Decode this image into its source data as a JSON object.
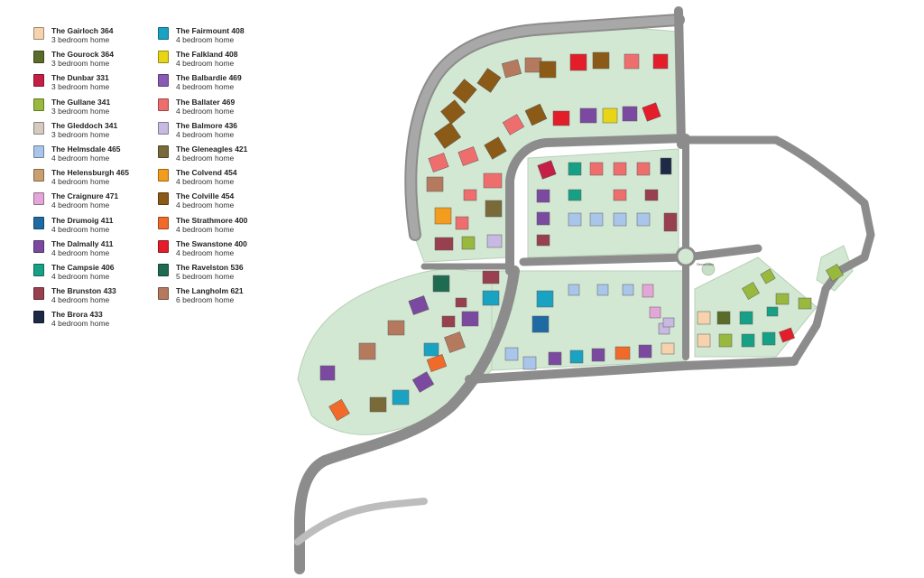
{
  "legend": {
    "items": [
      {
        "name": "The Gairloch 364",
        "desc": "3 bedroom home",
        "color": "#f6d2ad",
        "icon": "house-plan-icon"
      },
      {
        "name": "The Gourock 364",
        "desc": "3 bedroom home",
        "color": "#5a6b2a",
        "icon": "house-plan-icon"
      },
      {
        "name": "The Dunbar 331",
        "desc": "3 bedroom home",
        "color": "#c51f45",
        "icon": "house-plan-icon"
      },
      {
        "name": "The Gullane 341",
        "desc": "3 bedroom home",
        "color": "#98b83e",
        "icon": "house-plan-icon"
      },
      {
        "name": "The Gleddoch 341",
        "desc": "3 bedroom home",
        "color": "#d3cbbf",
        "icon": "house-plan-icon"
      },
      {
        "name": "The Helmsdale 465",
        "desc": "4 bedroom home",
        "color": "#a9c6ea",
        "icon": "house-plan-icon"
      },
      {
        "name": "The Helensburgh 465",
        "desc": "4 bedroom home",
        "color": "#c8a070",
        "icon": "house-plan-icon"
      },
      {
        "name": "The Craignure 471",
        "desc": "4 bedroom home",
        "color": "#e4a6d8",
        "icon": "house-plan-icon"
      },
      {
        "name": "The Drumoig 411",
        "desc": "4 bedroom home",
        "color": "#1e6ba3",
        "icon": "house-plan-icon"
      },
      {
        "name": "The Dalmally 411",
        "desc": "4 bedroom home",
        "color": "#7b4aa0",
        "icon": "house-plan-icon"
      },
      {
        "name": "The Campsie 406",
        "desc": "4 bedroom home",
        "color": "#16a085",
        "icon": "house-plan-icon"
      },
      {
        "name": "The Brunston 433",
        "desc": "4 bedroom home",
        "color": "#98404d",
        "icon": "house-plan-icon"
      },
      {
        "name": "The Brora 433",
        "desc": "4 bedroom home",
        "color": "#1c2a45",
        "icon": "house-plan-icon"
      },
      {
        "name": "The Fairmount 408",
        "desc": "4 bedroom home",
        "color": "#1aa2c2",
        "icon": "house-plan-icon"
      },
      {
        "name": "The Falkland 408",
        "desc": "4 bedroom home",
        "color": "#e8d516",
        "icon": "house-plan-icon"
      },
      {
        "name": "The Balbardie 469",
        "desc": "4 bedroom home",
        "color": "#8a5bb5",
        "icon": "house-plan-icon"
      },
      {
        "name": "The Ballater 469",
        "desc": "4 bedroom home",
        "color": "#ee6e6e",
        "icon": "house-plan-icon"
      },
      {
        "name": "The Balmore 436",
        "desc": "4 bedroom home",
        "color": "#c8b9e3",
        "icon": "house-plan-icon"
      },
      {
        "name": "The Gleneagles 421",
        "desc": "4 bedroom home",
        "color": "#7a6a3a",
        "icon": "house-plan-icon"
      },
      {
        "name": "The Colvend 454",
        "desc": "4 bedroom home",
        "color": "#f39c1e",
        "icon": "house-plan-icon"
      },
      {
        "name": "The Colville 454",
        "desc": "4 bedroom home",
        "color": "#8b5a16",
        "icon": "house-plan-icon"
      },
      {
        "name": "The Strathmore 400",
        "desc": "4 bedroom home",
        "color": "#f26a2a",
        "icon": "house-plan-icon"
      },
      {
        "name": "The Swanstone 400",
        "desc": "4 bedroom home",
        "color": "#e31e2a",
        "icon": "house-plan-icon"
      },
      {
        "name": "The Ravelston 536",
        "desc": "5 bedroom home",
        "color": "#1f6b52",
        "icon": "house-plan-icon"
      },
      {
        "name": "The Langholm 621",
        "desc": "6 bedroom home",
        "color": "#b57a5e",
        "icon": "house-plan-icon"
      }
    ]
  },
  "map": {
    "road_color": "#8c8c8c",
    "green_color": "#d3e8d3",
    "curb_color": "#ffffff",
    "notes": {
      "secondary_play": "Secondary equipped play area"
    }
  }
}
